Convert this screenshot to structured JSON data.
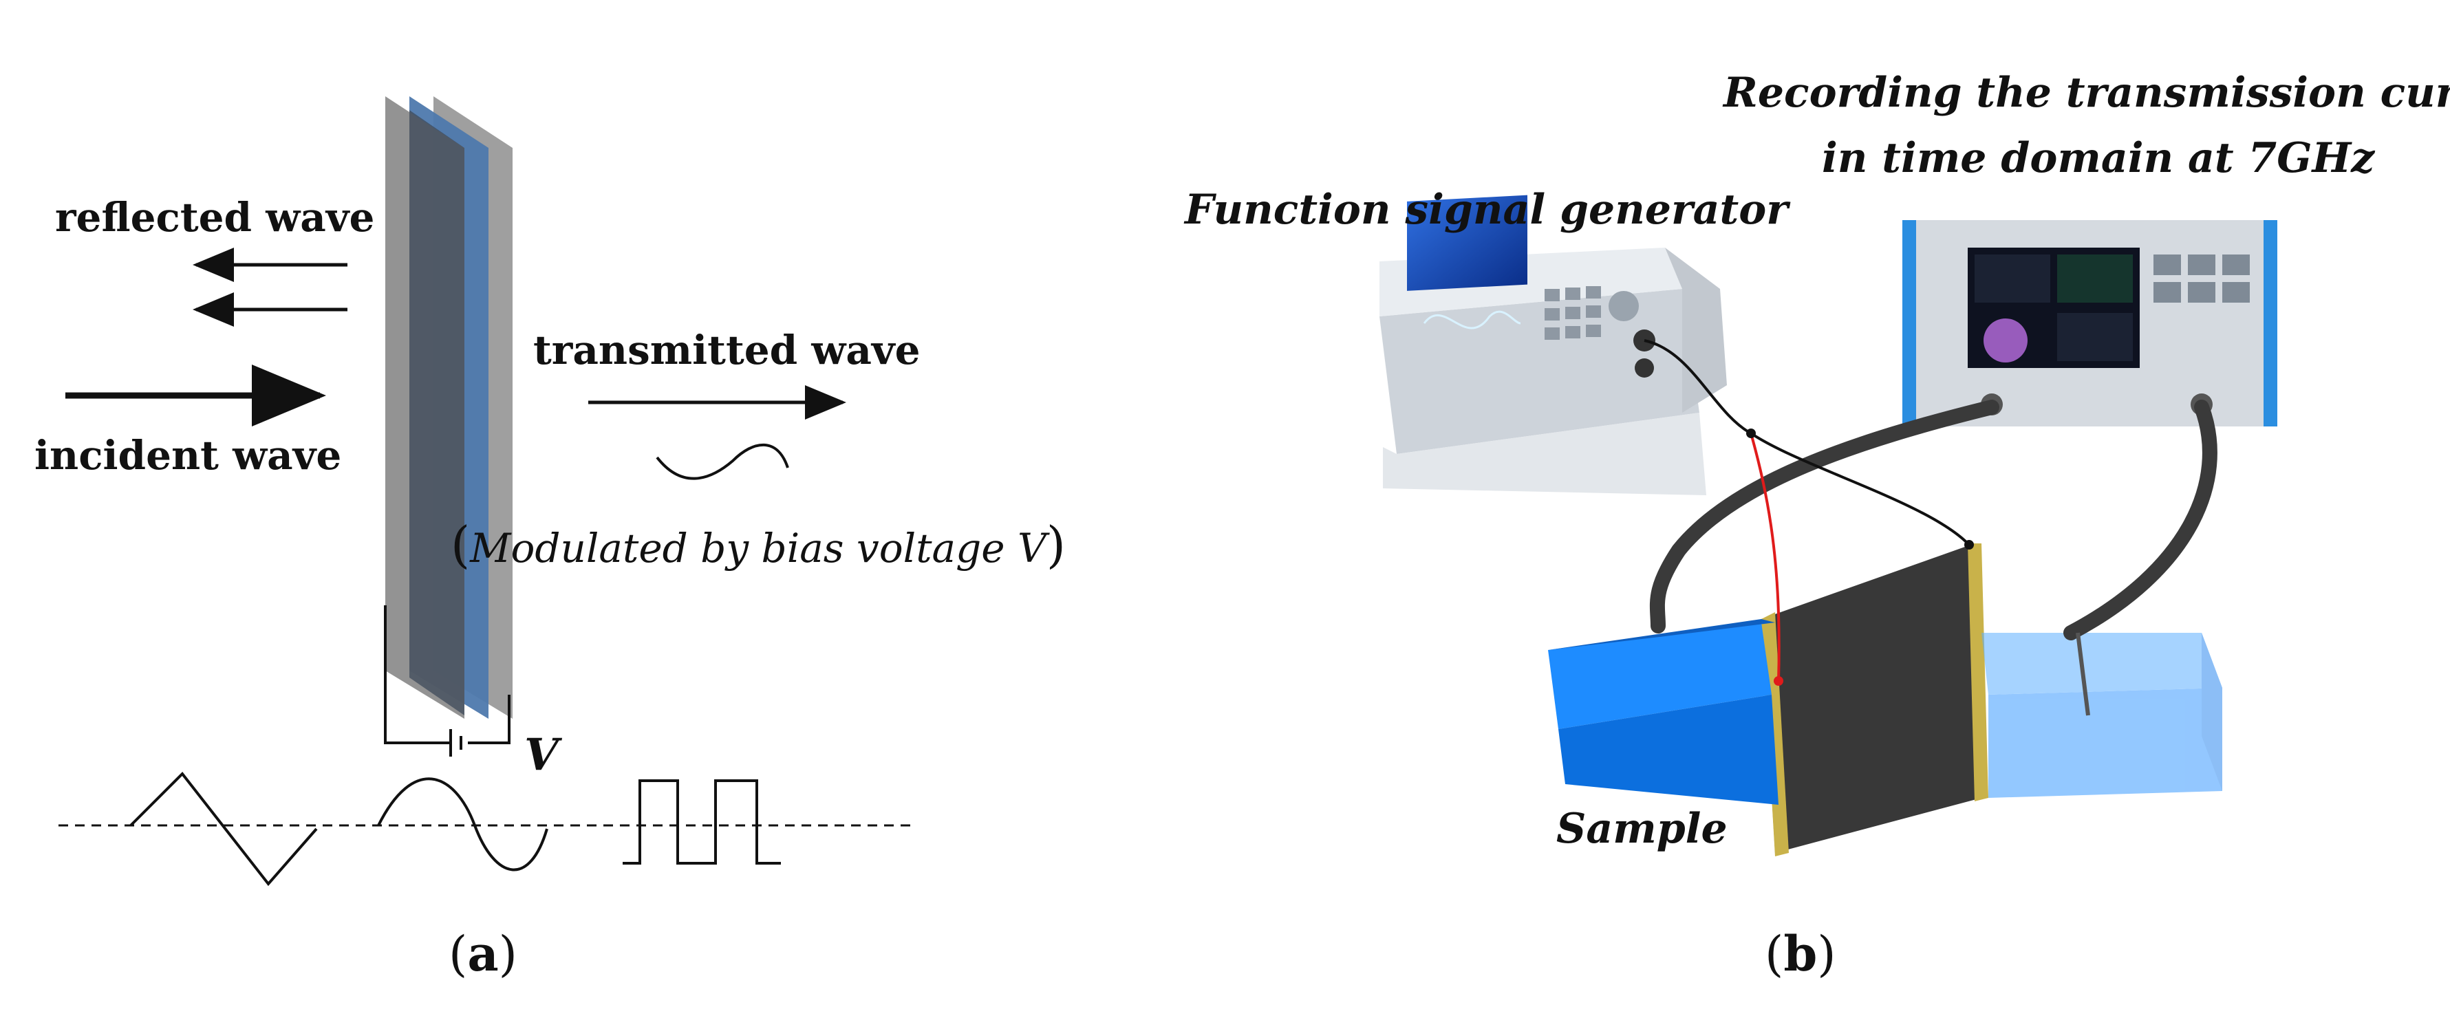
{
  "panel_a": {
    "reflected": "reflected wave",
    "incident": "incident wave",
    "transmitted": "transmitted wave",
    "modulated": "Modulated by bias voltage V",
    "voltage": "V",
    "caption_letter": "a"
  },
  "panel_b": {
    "generator": "Function signal generator",
    "recording_line1": "Recording the transmission curve",
    "recording_line2": "in time domain at 7GHz",
    "sample": "Sample",
    "caption_letter": "b"
  },
  "colors": {
    "film_gray": "#8d8d8d",
    "film_blue": "#5b84b6",
    "waveguide_blue": "#1e8cff",
    "cable": "#3a3a3a",
    "red_wire": "#e01b1b",
    "frame_yellow": "#c9b24a"
  }
}
